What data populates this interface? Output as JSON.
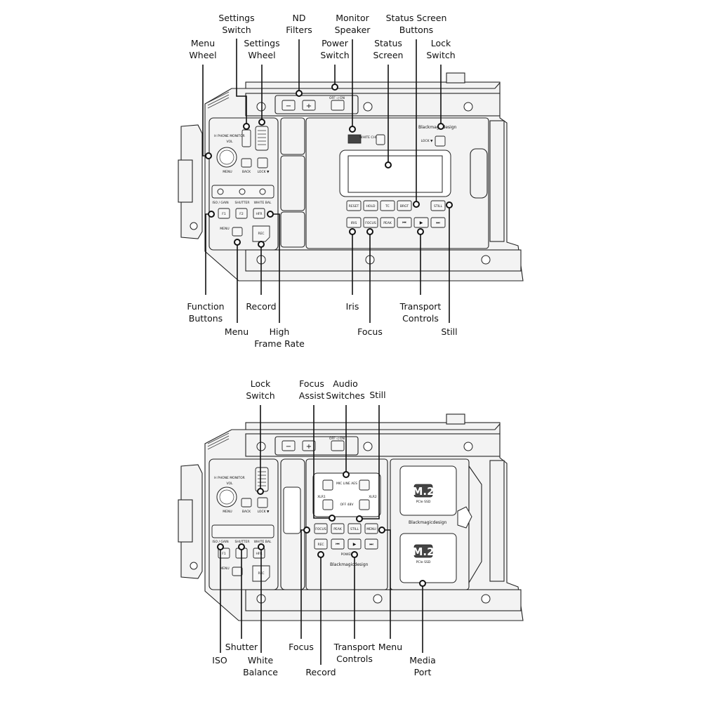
{
  "views": [
    {
      "id": "side-view",
      "panel_text": {
        "nd_off_on": "OFF  ◁  ON",
        "hp_monitor": "H PHONE MONITOR",
        "vol": "VOL",
        "menu": "MENU",
        "back": "BACK",
        "lock": "LOCK ▼",
        "iso_gain": "ISO / GAIN",
        "shutter": "SHUTTER",
        "white_bal": "WHITE BAL",
        "f1": "F1",
        "f2": "F2",
        "hfr": "HFR",
        "rec": "REC",
        "menu2": "MENU",
        "brand": "Blackmagicdesign",
        "lock_right": "LOCK ▼",
        "white_check": "WHITE CHECK",
        "reset": "RESET",
        "hold": "HOLD",
        "tc": "TC",
        "brt": "BRGT",
        "still": "STILL",
        "iris": "IRIS",
        "focus": "FOCUS",
        "peak": "PEAK"
      },
      "callouts": [
        {
          "id": "menu-wheel",
          "lines": [
            "Menu",
            "Wheel"
          ]
        },
        {
          "id": "settings-switch",
          "lines": [
            "Settings",
            "Switch"
          ]
        },
        {
          "id": "settings-wheel",
          "lines": [
            "Settings",
            "Wheel"
          ]
        },
        {
          "id": "nd-filters",
          "lines": [
            "ND",
            "Filters"
          ]
        },
        {
          "id": "power-switch",
          "lines": [
            "Power",
            "Switch"
          ]
        },
        {
          "id": "monitor-speaker",
          "lines": [
            "Monitor",
            "Speaker"
          ]
        },
        {
          "id": "status-screen",
          "lines": [
            "Status",
            "Screen"
          ]
        },
        {
          "id": "status-screen-buttons",
          "lines": [
            "Status Screen",
            "Buttons"
          ]
        },
        {
          "id": "lock-switch",
          "lines": [
            "Lock",
            "Switch"
          ]
        },
        {
          "id": "function-buttons",
          "lines": [
            "Function",
            "Buttons"
          ]
        },
        {
          "id": "menu",
          "lines": [
            "Menu"
          ]
        },
        {
          "id": "record",
          "lines": [
            "Record"
          ]
        },
        {
          "id": "high-frame-rate",
          "lines": [
            "High",
            "Frame Rate"
          ]
        },
        {
          "id": "iris",
          "lines": [
            "Iris"
          ]
        },
        {
          "id": "focus",
          "lines": [
            "Focus"
          ]
        },
        {
          "id": "transport-controls",
          "lines": [
            "Transport",
            "Controls"
          ]
        },
        {
          "id": "still",
          "lines": [
            "Still"
          ]
        }
      ]
    },
    {
      "id": "media-view",
      "panel_text": {
        "nd_off_on": "OFF  ◁  ON",
        "hp_monitor": "H PHONE MONITOR",
        "vol": "VOL",
        "menu": "MENU",
        "back": "BACK",
        "lock": "LOCK ▼",
        "iso_gain": "ISO / GAIN",
        "shutter": "SHUTTER",
        "white_bal": "WHITE BAL",
        "f1": "F1",
        "hfr": "HFR",
        "rec_small": "REC",
        "menu_small": "MENU",
        "mic_line_aes": "MIC LINE AES",
        "xlr1": "XLR1",
        "xlr2": "XLR2",
        "off_48v": "OFF 48V",
        "focus": "FOCUS",
        "peak": "PEAK",
        "still": "STILL",
        "menu2": "MENU",
        "rec": "REC",
        "power": "POWER",
        "brand": "Blackmagicdesign",
        "m2": "M.2",
        "pcie": "PCIe SSD"
      },
      "callouts": [
        {
          "id": "lock-switch",
          "lines": [
            "Lock",
            "Switch"
          ]
        },
        {
          "id": "focus-assist",
          "lines": [
            "Focus",
            "Assist"
          ]
        },
        {
          "id": "audio-switches",
          "lines": [
            "Audio",
            "Switches"
          ]
        },
        {
          "id": "still",
          "lines": [
            "Still"
          ]
        },
        {
          "id": "shutter",
          "lines": [
            "Shutter"
          ]
        },
        {
          "id": "iso",
          "lines": [
            "ISO"
          ]
        },
        {
          "id": "white-balance",
          "lines": [
            "White",
            "Balance"
          ]
        },
        {
          "id": "focus",
          "lines": [
            "Focus"
          ]
        },
        {
          "id": "record",
          "lines": [
            "Record"
          ]
        },
        {
          "id": "transport-controls",
          "lines": [
            "Transport",
            "Controls"
          ]
        },
        {
          "id": "menu",
          "lines": [
            "Menu"
          ]
        },
        {
          "id": "media-port",
          "lines": [
            "Media",
            "Port"
          ]
        }
      ]
    }
  ]
}
